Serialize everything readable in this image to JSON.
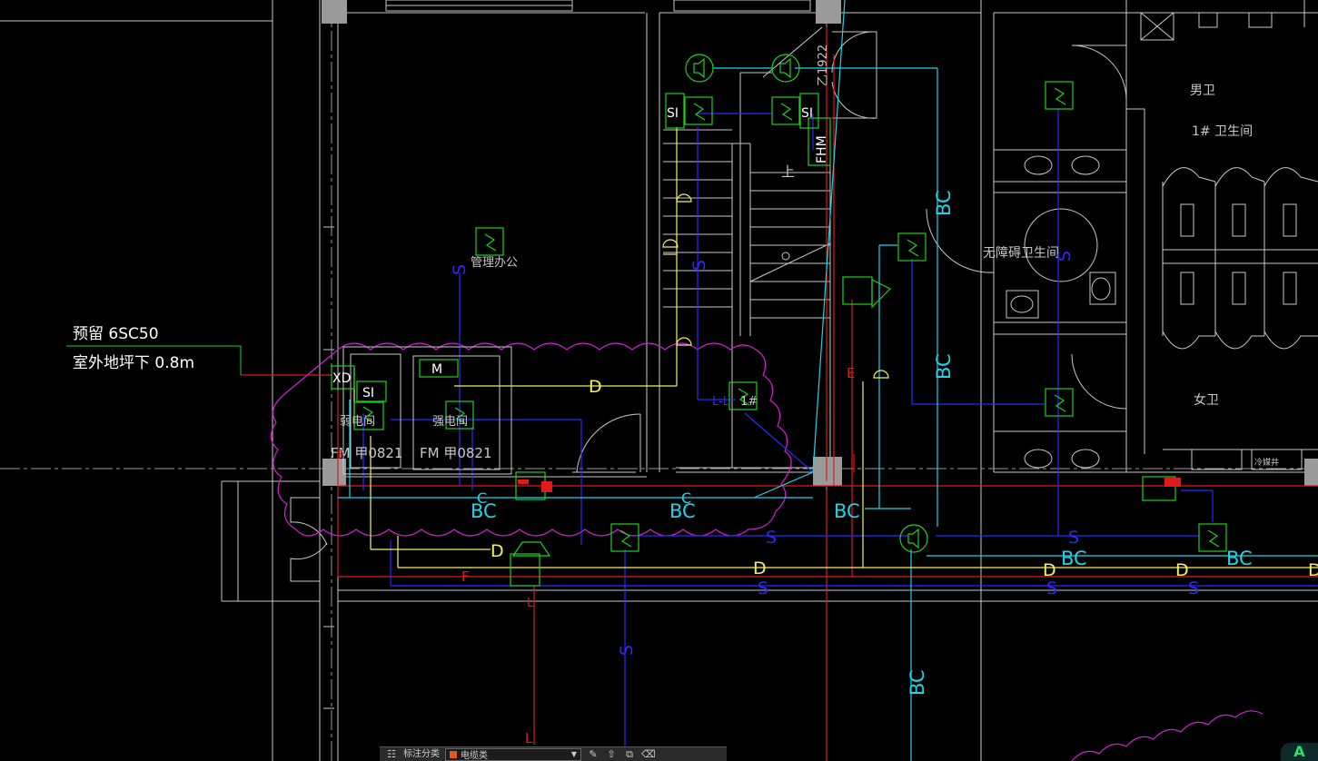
{
  "drawing": {
    "note_reserve": "预留 6SC50",
    "note_depth": "室外地坪下   0.8m",
    "rooms": {
      "mgmt_office": "管理办公",
      "weak_electric_room": "弱电间",
      "strong_electric_room": "强电间",
      "male_toilet": "男卫",
      "female_toilet": "女卫",
      "toilet_1": "1# 卫生间",
      "accessible_toilet": "无障碍卫生间",
      "up_arrow": "上",
      "stair_mark": "1#",
      "label_right_small": "冷媒井"
    },
    "door_tags": {
      "fm_weak": "FM  甲0821",
      "fm_strong": "FM  甲0821",
      "fhm": "FHM",
      "fhm_tag": "乙1922"
    },
    "device_labels": {
      "xd": "XD",
      "si_a": "SI",
      "si_b": "SI",
      "si_c": "SI",
      "m_box": "M",
      "d": "D",
      "l": "L",
      "ll": "L-L",
      "f": "F",
      "e": "E"
    },
    "cable_labels": {
      "bc": "BC",
      "s": "S",
      "c": "C"
    }
  },
  "toolbar": {
    "label_a": "标注分类",
    "layer_name": "电缆类",
    "icons": [
      "layers-icon",
      "edit-icon",
      "upload-icon",
      "copy-icon",
      "trash-icon"
    ]
  },
  "corner_badge": "A",
  "colors": {
    "background": "#000000",
    "wall": "#c8c8c8",
    "green": "#1fd11f",
    "cyan": "#1fd3e8",
    "blue": "#2a2aff",
    "yellow": "#f2f25a",
    "red": "#e01a1a",
    "magenta": "#d11fd1",
    "white": "#ffffff"
  }
}
